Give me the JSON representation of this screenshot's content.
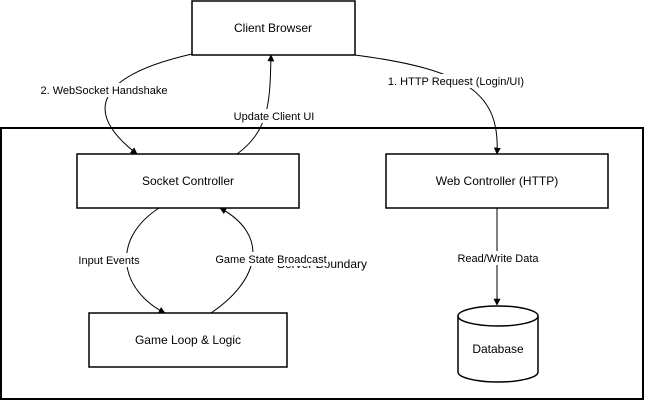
{
  "diagram": {
    "boundary_label": "Server Boundary",
    "nodes": {
      "client": "Client Browser",
      "socket": "Socket Controller",
      "web": "Web Controller (HTTP)",
      "gameloop": "Game Loop & Logic",
      "database": "Database"
    },
    "edges": {
      "http_request": "1. HTTP Request (Login/UI)",
      "ws_handshake": "2. WebSocket Handshake",
      "update_ui": "Update Client UI",
      "input_events": "Input Events",
      "state_broadcast": "Game State Broadcast",
      "read_write": "Read/Write Data"
    }
  }
}
